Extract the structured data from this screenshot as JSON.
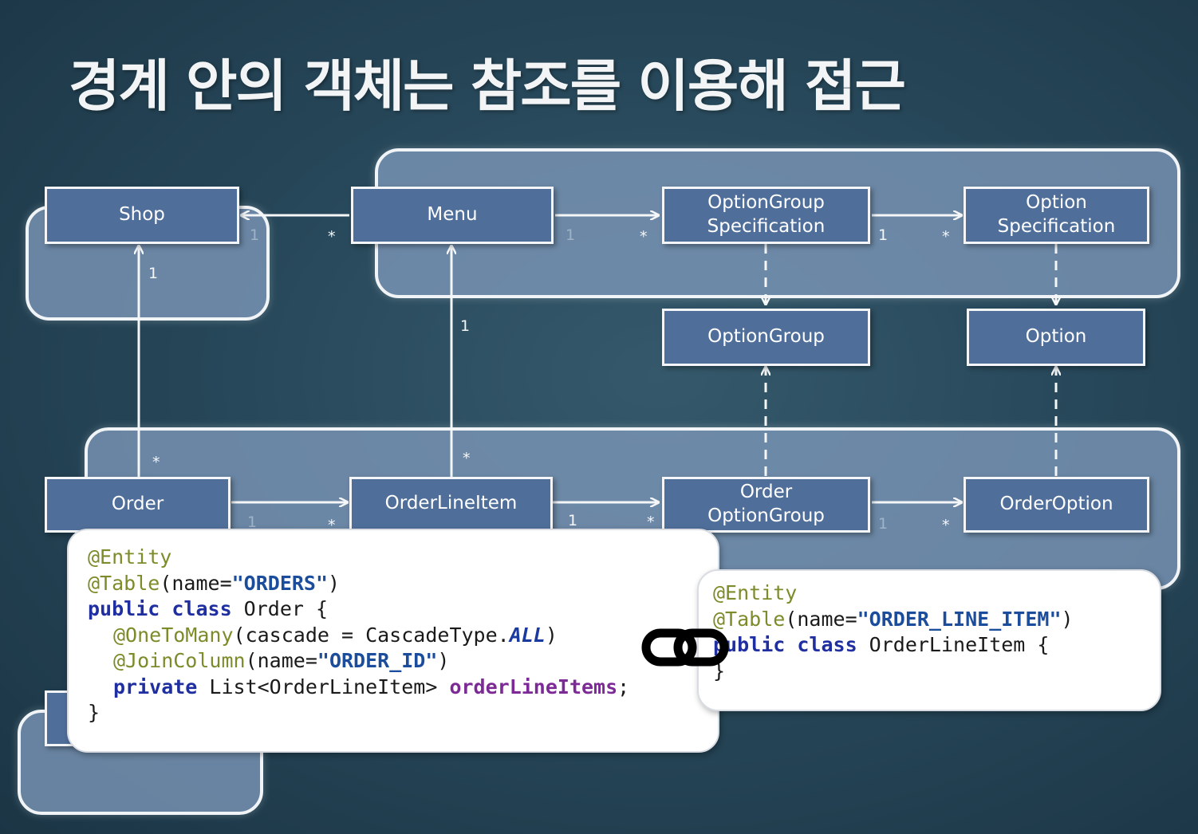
{
  "title": "경계 안의 객체는 참조를 이용해 접근",
  "boxes": {
    "shop": "Shop",
    "menu": "Menu",
    "option_group_spec_1": "OptionGroup",
    "option_group_spec_2": "Specification",
    "option_spec_1": "Option",
    "option_spec_2": "Specification",
    "option_group": "OptionGroup",
    "option": "Option",
    "order": "Order",
    "order_line_item": "OrderLineItem",
    "order_option_group_1": "Order",
    "order_option_group_2": "OptionGroup",
    "order_option": "OrderOption"
  },
  "multiplicities": {
    "shop_menu_one": "1",
    "shop_menu_many": "*",
    "shop_order_one": "1",
    "menu_ogs_one": "1",
    "menu_ogs_many": "*",
    "ogs_os_one": "1",
    "ogs_os_many": "*",
    "menu_oli_one": "1",
    "order_shop_many": "*",
    "oli_menu_many": "*",
    "order_oli_one": "1",
    "order_oli_many": "*",
    "oli_oog_one": "1",
    "oli_oog_many": "*",
    "oog_oo_one": "1",
    "oog_oo_many": "*"
  },
  "code_order": {
    "line1": "@Entity",
    "line2_ann": "@Table",
    "line2_open": "(name=",
    "line2_str": "\"ORDERS\"",
    "line2_close": ")",
    "line3_kw": "public class",
    "line3_rest": " Order {",
    "line4_ann": "@OneToMany",
    "line4_rest": "(cascade = CascadeType.",
    "line4_const": "ALL",
    "line4_close": ")",
    "line5_ann": "@JoinColumn",
    "line5_open": "(name=",
    "line5_str": "\"ORDER_ID\"",
    "line5_close": ")",
    "line6_kw": "private",
    "line6_type": " List<OrderLineItem> ",
    "line6_field": "orderLineItems",
    "line6_end": ";",
    "line7": "}"
  },
  "code_line_item": {
    "line1": "@Entity",
    "line2_ann": "@Table",
    "line2_open": "(name=",
    "line2_str": "\"ORDER_LINE_ITEM\"",
    "line2_close": ")",
    "line3_kw": "public class",
    "line3_rest": " OrderLineItem {",
    "line4": "}"
  },
  "icons": {
    "link": "chain-link-icon"
  }
}
